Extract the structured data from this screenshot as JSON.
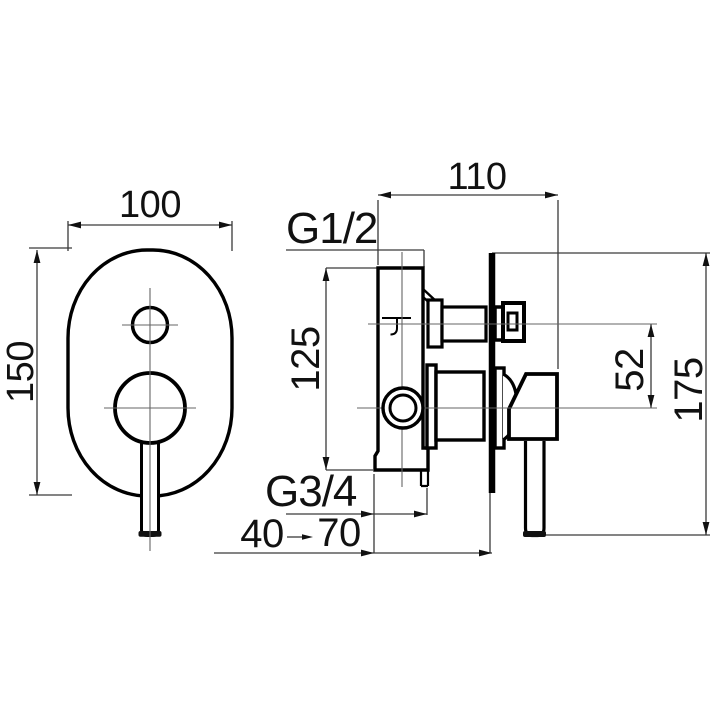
{
  "drawing": {
    "background": "#ffffff",
    "line_color": "#000000",
    "dim_line_color": "#3a3a3a",
    "front_view": {
      "width_dim": "100",
      "height_dim": "150"
    },
    "side_view": {
      "depth_dim": "110",
      "inlet_thread_label": "G1/2",
      "body_height_dim": "125",
      "outlet_offset_dim": "52",
      "overall_height_dim": "175",
      "outlet_thread_label": "G3/4",
      "min_depth_dim": "40",
      "max_depth_dim": "70"
    }
  }
}
